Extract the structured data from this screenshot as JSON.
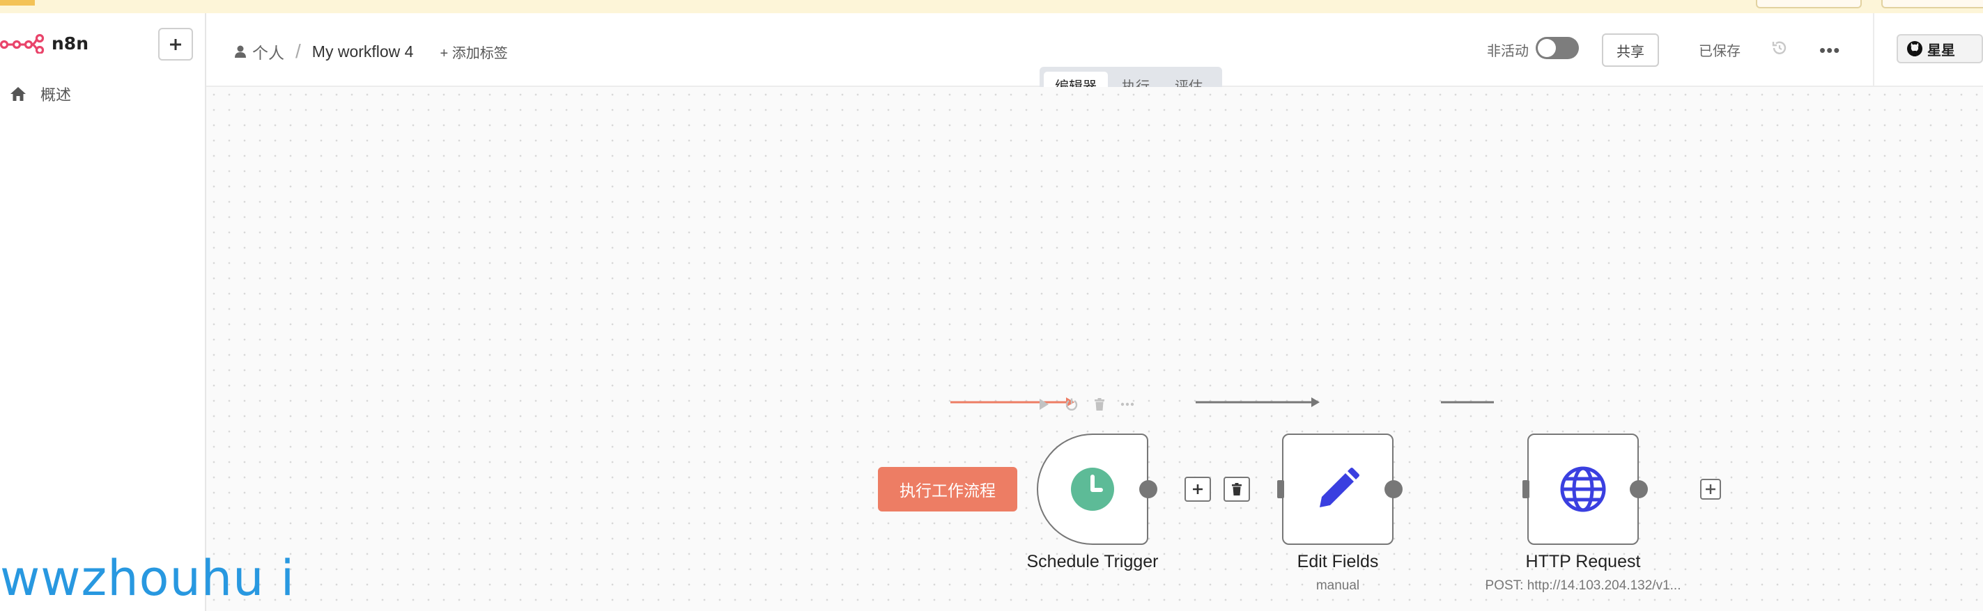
{
  "sidebar": {
    "app_name": "n8n",
    "nav_overview": "概述"
  },
  "header": {
    "breadcrumb_owner": "个人",
    "breadcrumb_sep": "/",
    "workflow_name": "My workflow 4",
    "add_tag": "+ 添加标签",
    "active_label": "非活动",
    "share_label": "共享",
    "saved_label": "已保存",
    "more_label": "•••",
    "github_star_label": "星星"
  },
  "tabs": [
    "编辑器",
    "执行",
    "评估"
  ],
  "canvas": {
    "execute_button": "执行工作流程",
    "nodes": [
      {
        "name": "Schedule Trigger",
        "subtitle": ""
      },
      {
        "name": "Edit Fields",
        "subtitle": "manual"
      },
      {
        "name": "HTTP Request",
        "subtitle": "POST: http://14.103.204.132/v1..."
      }
    ]
  },
  "watermark": "wwzhouhu i",
  "colors": {
    "accent": "#ed7d64",
    "trigger_icon": "#5dbb97",
    "node_icon": "#3a3fe0",
    "watermark": "#2898e0"
  }
}
